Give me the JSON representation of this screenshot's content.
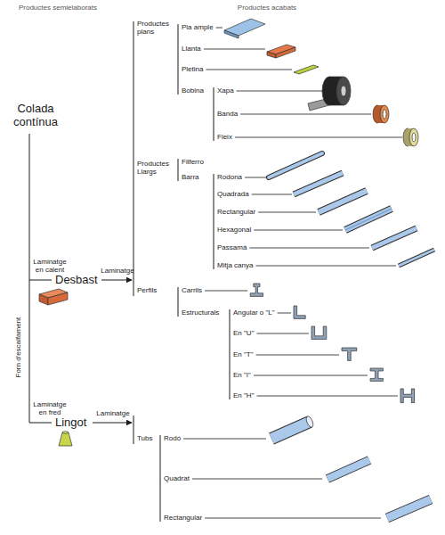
{
  "diagram": {
    "labels": [
      "Productes semielaborats",
      "Productes acabats",
      "Productes plans",
      "Pla ample",
      "Llanta",
      "Pletina",
      "Bobina",
      "Xapa",
      "Banda",
      "Fleix",
      "Colada contínua",
      "Productes Llargs",
      "Filferro",
      "Barra",
      "Rodona",
      "Quadrada",
      "Rectangular",
      "Hexagonal",
      "Passamà",
      "Mitja canya",
      "Laminatge en calent",
      "Desbast",
      "Laminatge",
      "Perfils",
      "Carrils",
      "Estructurals",
      "Angular o \"L\"",
      "En \"U\"",
      "En \"T\"",
      "En \"I\"",
      "En \"H\"",
      "Forn d'escalfament",
      "Laminatge en fred",
      "Lingot",
      "Laminatge",
      "Tubs",
      "Rodó",
      "Quadrat",
      "Rectangular"
    ]
  }
}
